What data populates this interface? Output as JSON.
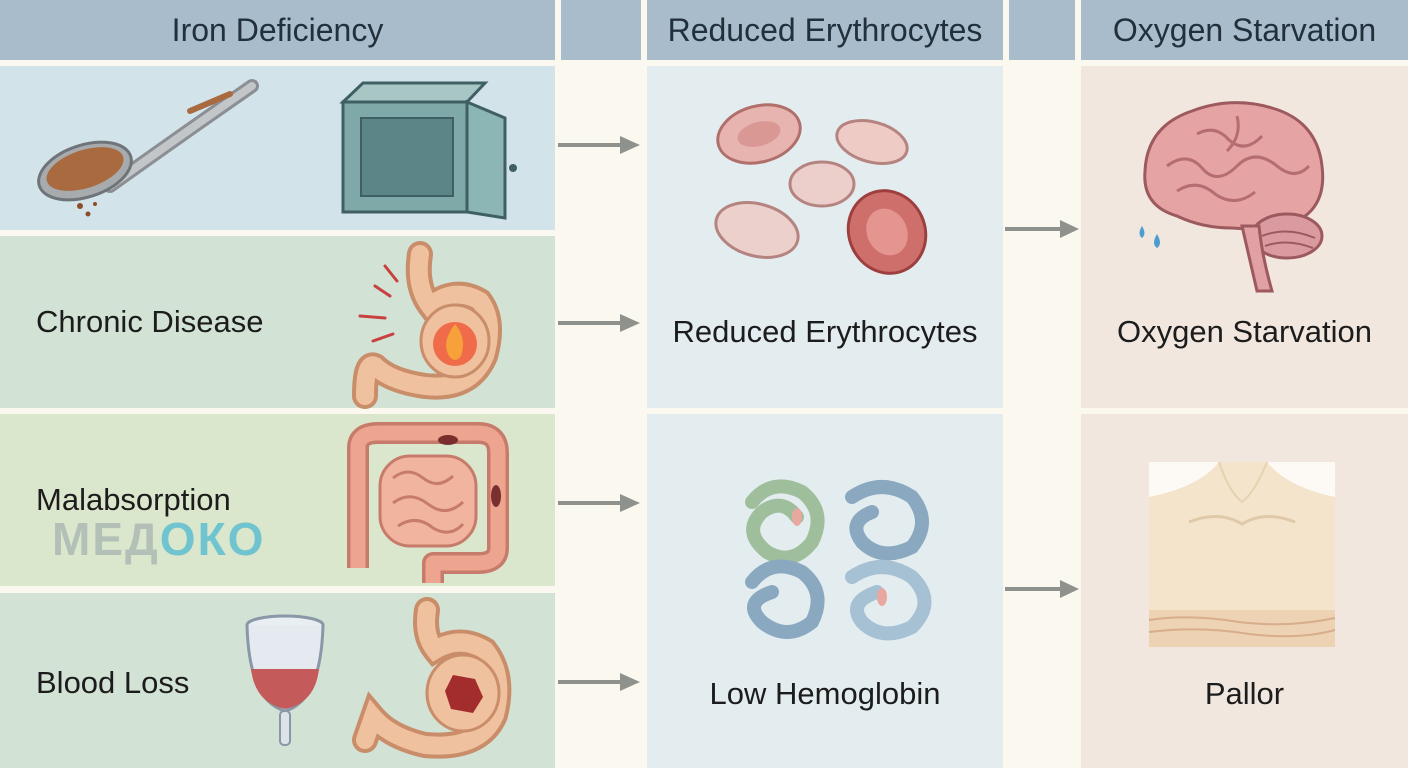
{
  "headers": {
    "col1": "Iron Deficiency",
    "col2": "Reduced Erythrocytes",
    "col3": "Oxygen Starvation"
  },
  "causes": [
    {
      "label": "",
      "icons": [
        "spoon-icon",
        "empty-safe-icon"
      ]
    },
    {
      "label": "Chronic Disease",
      "icons": [
        "inflamed-stomach-icon"
      ]
    },
    {
      "label": "Malabsorption",
      "icons": [
        "intestines-icon"
      ]
    },
    {
      "label": "Blood Loss",
      "icons": [
        "menstrual-cup-icon",
        "bleeding-stomach-icon"
      ]
    }
  ],
  "effects": [
    {
      "label": "Reduced Erythrocytes",
      "icon": "red-blood-cells-icon"
    },
    {
      "label": "Low Hemoglobin",
      "icon": "hemoglobin-icon"
    }
  ],
  "outcomes": [
    {
      "label": "Oxygen Starvation",
      "icon": "brain-icon"
    },
    {
      "label": "Pallor",
      "icon": "pale-chest-icon"
    }
  ],
  "watermark": {
    "part1": "МЕД",
    "part2": "О",
    "part3": "КО"
  },
  "colors": {
    "header": "#a9bccb",
    "row_blue": "#d3e3ea",
    "row_green": "#d2e2d4",
    "row_lightgreen": "#dbe7cc",
    "mid_panel": "#e3edf0",
    "right_panel": "#f1e7df",
    "arrow": "#8f918d"
  }
}
